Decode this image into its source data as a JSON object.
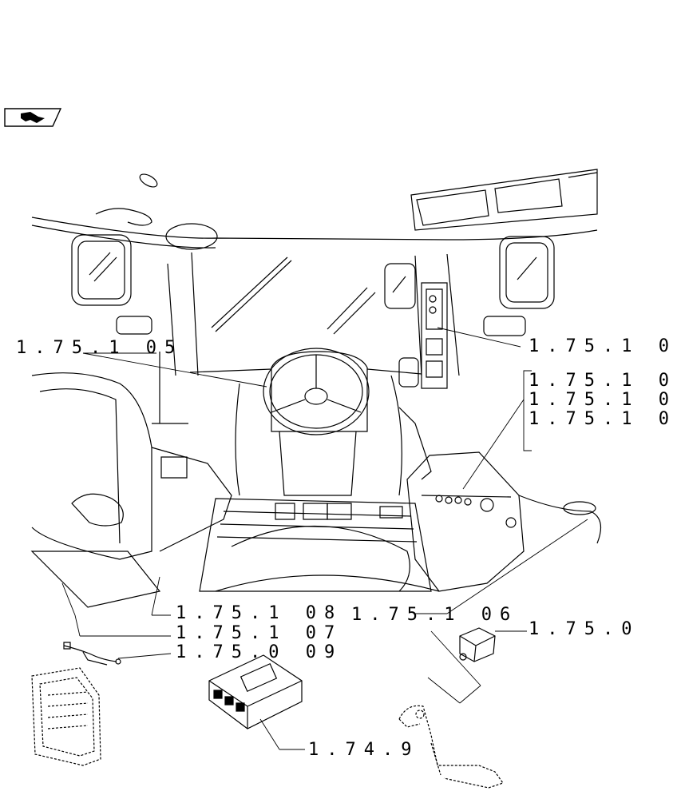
{
  "header": {
    "icon": "book-icon"
  },
  "callouts": [
    {
      "id": "steering-wheel",
      "text": "1.75.1 05"
    },
    {
      "id": "dash-panel",
      "text": "1.75.1 0"
    },
    {
      "id": "console-1",
      "text": "1.75.1 0"
    },
    {
      "id": "console-2",
      "text": "1.75.1 0"
    },
    {
      "id": "console-3",
      "text": "1.75.1 0"
    },
    {
      "id": "floor-08",
      "text": "1.75.1 08"
    },
    {
      "id": "floor-07",
      "text": "1.75.1 07"
    },
    {
      "id": "harness-09",
      "text": "1.75.0 09"
    },
    {
      "id": "armrest-06",
      "text": "1.75.1 06"
    },
    {
      "id": "switch",
      "text": "1.75.0"
    },
    {
      "id": "ecu",
      "text": "1.74.9"
    }
  ]
}
